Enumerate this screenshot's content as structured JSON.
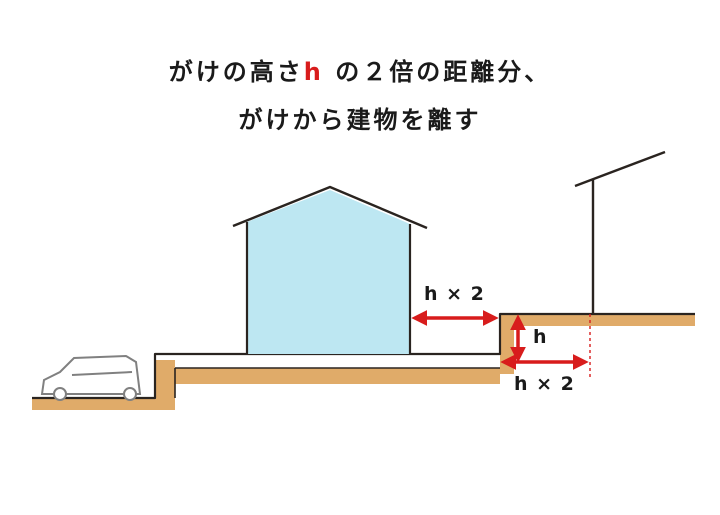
{
  "title": {
    "line1_part1": "がけの高さ",
    "line1_h": "h",
    "line1_part2": " の２倍の距離分、",
    "line2": "がけから建物を離す"
  },
  "labels": {
    "horizontal_top": "h × 2",
    "vertical": "h",
    "horizontal_bottom": "h × 2"
  },
  "colors": {
    "ground_fill": "#e0ab69",
    "ground_stroke": "#2a2420",
    "house_fill": "#bde7f2",
    "dimension": "#d81c1c",
    "car_stroke": "#808080"
  }
}
